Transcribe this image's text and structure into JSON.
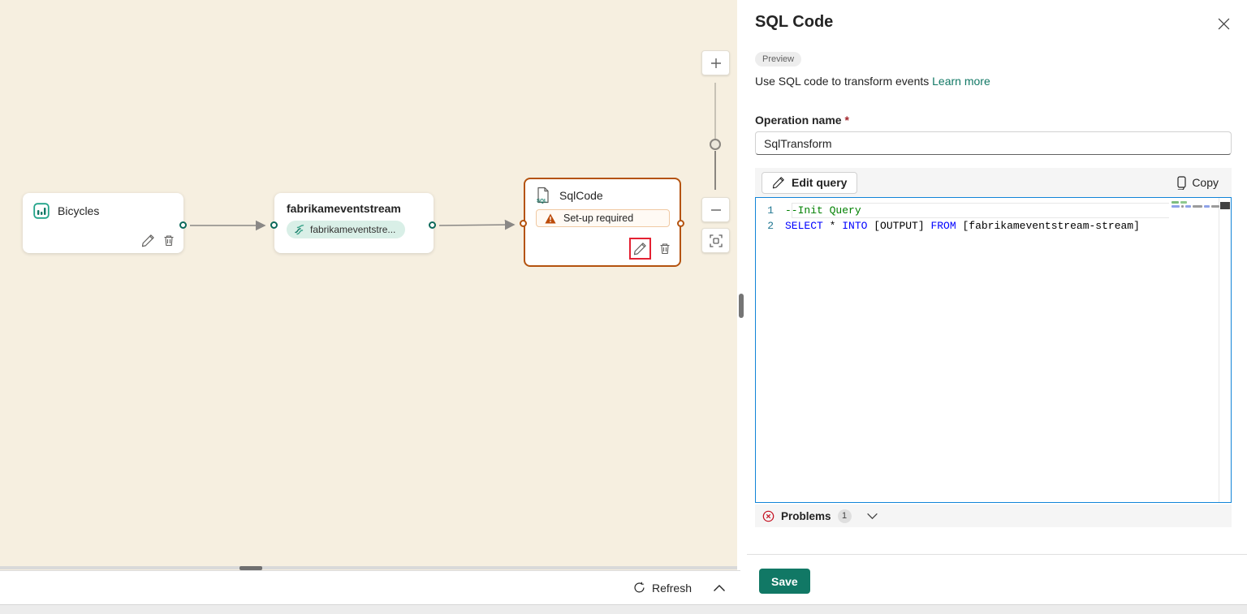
{
  "colors": {
    "canvas_bg": "#f6efe0",
    "teal_accent": "#117865",
    "node_error_orange": "#b4530f",
    "annotation_red": "#e42132",
    "editor_focus_blue": "#1184d8",
    "keyword_blue": "#0000ff",
    "comment_green": "#008000",
    "save_button": "#117865",
    "problems_red": "#c50f1f"
  },
  "canvas": {
    "nodes": [
      {
        "title": "Bicycles",
        "icon": "bar-chart-icon"
      },
      {
        "title": "fabrikameventstream",
        "stream_badge": "fabrikameventstre...",
        "icon": "eventstream-icon"
      },
      {
        "title": "SqlCode",
        "warning": "Set-up required",
        "icon": "sql-document-icon"
      }
    ],
    "footer": {
      "refresh": "Refresh"
    }
  },
  "panel": {
    "title": "SQL Code",
    "preview_badge": "Preview",
    "description": "Use SQL code to transform events",
    "learn_more": "Learn more",
    "operation_name": {
      "label": "Operation name",
      "required": "*",
      "value": "SqlTransform"
    },
    "toolbar": {
      "edit_query": "Edit query",
      "copy": "Copy"
    },
    "editor": {
      "lines": [
        {
          "num": "1",
          "segs": [
            [
              "cmt",
              "--Init Query"
            ]
          ]
        },
        {
          "num": "2",
          "segs": [
            [
              "kw",
              "SELECT"
            ],
            [
              "pl",
              " * "
            ],
            [
              "kw",
              "INTO"
            ],
            [
              "pl",
              " [OUTPUT] "
            ],
            [
              "kw",
              "FROM"
            ],
            [
              "pl",
              " [fabrikameventstream-stream]"
            ]
          ]
        }
      ]
    },
    "problems": {
      "label": "Problems",
      "count": "1"
    },
    "save": "Save"
  }
}
